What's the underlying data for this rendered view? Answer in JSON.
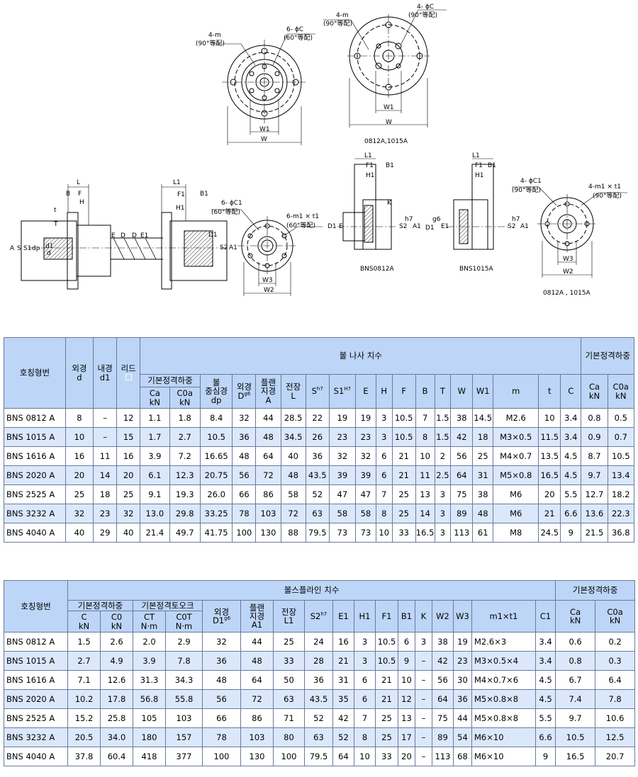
{
  "drawing_labels": {
    "top_left_4m": "4-m",
    "top_left_4m_sub": "(90°等配)",
    "top_left_6phiC": "6- ϕC",
    "top_left_6phiC_sub": "(60°等配)",
    "top_left_W1": "W1",
    "top_left_W": "W",
    "top_right_4m": "4-m",
    "top_right_4m_sub": "(90°等配)",
    "top_right_4phiC": "4- ϕC",
    "top_right_4phiC_sub": "(90°等配)",
    "top_right_W1": "W1",
    "top_right_W": "W",
    "top_right_caption": "0812A,1015A",
    "mid_L": "L",
    "mid_B": "B",
    "mid_F": "F",
    "mid_H": "H",
    "mid_t": "t",
    "mid_T": "T",
    "mid_A": "A",
    "mid_S": "S",
    "mid_S1": "S1",
    "mid_dp": "dp",
    "mid_d1": "d1",
    "mid_d": "d",
    "mid_E": "E",
    "mid_D": "D",
    "mid_D2": "D",
    "mid_E1": "E1",
    "mid_L1": "L1",
    "mid_F1": "F1",
    "mid_B1": "B1",
    "mid_H1": "H1",
    "mid_S2": "S2",
    "mid_A1": "A1",
    "mid_D1": "D1",
    "mid_6phiC1": "6- ϕC1",
    "mid_6phiC1_sub": "(60°等配)",
    "mid_6m1t1": "6-m1 × t1",
    "mid_6m1t1_sub": "(60°等配)",
    "mid_W3": "W3",
    "mid_W2": "W2",
    "bns0812_L1": "L1",
    "bns0812_F1": "F1",
    "bns0812_B1": "B1",
    "bns0812_H1": "H1",
    "bns0812_K": "K",
    "bns0812_D1": "D1",
    "bns0812_E": "E",
    "bns0812_S2": "S2",
    "bns0812_h7": "h7",
    "bns0812_A1": "A1",
    "bns0812_caption": "BNS0812A",
    "bns1015_L1": "L1",
    "bns1015_F1": "F1",
    "bns1015_B1": "B1",
    "bns1015_H1": "H1",
    "bns1015_D1": "D1",
    "bns1015_g6": "g6",
    "bns1015_E1": "E1",
    "bns1015_S2": "S2",
    "bns1015_h7": "h7",
    "bns1015_A1": "A1",
    "bns1015_caption": "BNS1015A",
    "right_4phiC1": "4- ϕC1",
    "right_4phiC1_sub": "(90°等配)",
    "right_4m1t1": "4-m1 × t1",
    "right_4m1t1_sub": "(90°等配)",
    "right_W3": "W3",
    "right_W2": "W2",
    "right_caption": "0812A , 1015A"
  },
  "table1": {
    "header": {
      "model": "호칭형번",
      "od": "외경",
      "od_sym": "d",
      "id": "내경",
      "id_sym": "d1",
      "lead": "리드",
      "group_nut": "볼 나사 치수",
      "group_load_right": "기본정격하중",
      "group_load_left": "기본정격하중",
      "Ca": "Ca",
      "Ca_unit": "kN",
      "C0a": "C0a",
      "C0a_unit": "kN",
      "pcd": "볼",
      "pcd2": "중심경",
      "pcd3": "dp",
      "D": "외경",
      "D_sym": "D",
      "D_tol": "g6",
      "A": "플랜",
      "A2": "지경",
      "A3": "A",
      "L": "전장",
      "L2": "L",
      "S": "S",
      "S_tol": "h7",
      "S1": "S1",
      "S1_tol": "H7",
      "E": "E",
      "H": "H",
      "F": "F",
      "B": "B",
      "T": "T",
      "W": "W",
      "W1": "W1",
      "m": "m",
      "t": "t",
      "C": "C",
      "Ca2": "Ca",
      "Ca2_unit": "kN",
      "C0a2": "C0a",
      "C0a2_unit": "kN"
    },
    "rows": [
      [
        "BNS 0812 A",
        "8",
        "–",
        "12",
        "1.1",
        "1.8",
        "8.4",
        "32",
        "44",
        "28.5",
        "22",
        "19",
        "19",
        "3",
        "10.5",
        "7",
        "1.5",
        "38",
        "14.5",
        "M2.6",
        "10",
        "3.4",
        "0.8",
        "0.5"
      ],
      [
        "BNS 1015 A",
        "10",
        "–",
        "15",
        "1.7",
        "2.7",
        "10.5",
        "36",
        "48",
        "34.5",
        "26",
        "23",
        "23",
        "3",
        "10.5",
        "8",
        "1.5",
        "42",
        "18",
        "M3×0.5",
        "11.5",
        "3.4",
        "0.9",
        "0.7"
      ],
      [
        "BNS 1616 A",
        "16",
        "11",
        "16",
        "3.9",
        "7.2",
        "16.65",
        "48",
        "64",
        "40",
        "36",
        "32",
        "32",
        "6",
        "21",
        "10",
        "2",
        "56",
        "25",
        "M4×0.7",
        "13.5",
        "4.5",
        "8.7",
        "10.5"
      ],
      [
        "BNS 2020 A",
        "20",
        "14",
        "20",
        "6.1",
        "12.3",
        "20.75",
        "56",
        "72",
        "48",
        "43.5",
        "39",
        "39",
        "6",
        "21",
        "11",
        "2.5",
        "64",
        "31",
        "M5×0.8",
        "16.5",
        "4.5",
        "9.7",
        "13.4"
      ],
      [
        "BNS 2525 A",
        "25",
        "18",
        "25",
        "9.1",
        "19.3",
        "26.0",
        "66",
        "86",
        "58",
        "52",
        "47",
        "47",
        "7",
        "25",
        "13",
        "3",
        "75",
        "38",
        "M6",
        "20",
        "5.5",
        "12.7",
        "18.2"
      ],
      [
        "BNS 3232 A",
        "32",
        "23",
        "32",
        "13.0",
        "29.8",
        "33.25",
        "78",
        "103",
        "72",
        "63",
        "58",
        "58",
        "8",
        "25",
        "14",
        "3",
        "89",
        "48",
        "M6",
        "21",
        "6.6",
        "13.6",
        "22.3"
      ],
      [
        "BNS 4040 A",
        "40",
        "29",
        "40",
        "21.4",
        "49.7",
        "41.75",
        "100",
        "130",
        "88",
        "79.5",
        "73",
        "73",
        "10",
        "33",
        "16.5",
        "3",
        "113",
        "61",
        "M8",
        "24.5",
        "9",
        "21.5",
        "36.8"
      ]
    ]
  },
  "table2": {
    "header": {
      "model": "호칭형번",
      "group_spline": "볼스플라인 치수",
      "group_load_right": "기본정격하중",
      "group_load": "기본정격하중",
      "group_torque": "기본정격토오크",
      "C": "C",
      "C_unit": "kN",
      "C0": "C0",
      "C0_unit": "kN",
      "CT": "CT",
      "CT_unit": "N·m",
      "C0T": "C0T",
      "C0T_unit": "N·m",
      "D1": "외경",
      "D1_sym": "D1",
      "D1_tol": "g6",
      "A1": "플랜",
      "A1b": "지경",
      "A1c": "A1",
      "L1": "전장",
      "L1b": "L1",
      "S2": "S2",
      "S2_tol": "h7",
      "E1": "E1",
      "H1": "H1",
      "F1": "F1",
      "B1": "B1",
      "K": "K",
      "W2": "W2",
      "W3": "W3",
      "m1t1": "m1×t1",
      "C1": "C1",
      "Ca": "Ca",
      "Ca_unit": "kN",
      "C0a": "C0a",
      "C0a_unit": "kN"
    },
    "rows": [
      [
        "BNS 0812 A",
        "1.5",
        "2.6",
        "2.0",
        "2.9",
        "32",
        "44",
        "25",
        "24",
        "16",
        "3",
        "10.5",
        "6",
        "3",
        "38",
        "19",
        "M2.6×3",
        "3.4",
        "0.6",
        "0.2"
      ],
      [
        "BNS 1015 A",
        "2.7",
        "4.9",
        "3.9",
        "7.8",
        "36",
        "48",
        "33",
        "28",
        "21",
        "3",
        "10.5",
        "9",
        "–",
        "42",
        "23",
        "M3×0.5×4",
        "3.4",
        "0.8",
        "0.3"
      ],
      [
        "BNS 1616 A",
        "7.1",
        "12.6",
        "31.3",
        "34.3",
        "48",
        "64",
        "50",
        "36",
        "31",
        "6",
        "21",
        "10",
        "–",
        "56",
        "30",
        "M4×0.7×6",
        "4.5",
        "6.7",
        "6.4"
      ],
      [
        "BNS 2020 A",
        "10.2",
        "17.8",
        "56.8",
        "55.8",
        "56",
        "72",
        "63",
        "43.5",
        "35",
        "6",
        "21",
        "12",
        "–",
        "64",
        "36",
        "M5×0.8×8",
        "4.5",
        "7.4",
        "7.8"
      ],
      [
        "BNS 2525 A",
        "15.2",
        "25.8",
        "105",
        "103",
        "66",
        "86",
        "71",
        "52",
        "42",
        "7",
        "25",
        "13",
        "–",
        "75",
        "44",
        "M5×0.8×8",
        "5.5",
        "9.7",
        "10.6"
      ],
      [
        "BNS 3232 A",
        "20.5",
        "34.0",
        "180",
        "157",
        "78",
        "103",
        "80",
        "63",
        "52",
        "8",
        "25",
        "17",
        "–",
        "89",
        "54",
        "M6×10",
        "6.6",
        "10.5",
        "12.5"
      ],
      [
        "BNS 4040 A",
        "37.8",
        "60.4",
        "418",
        "377",
        "100",
        "130",
        "100",
        "79.5",
        "64",
        "10",
        "33",
        "20",
        "–",
        "113",
        "68",
        "M6×10",
        "9",
        "16.5",
        "20.7"
      ]
    ]
  }
}
